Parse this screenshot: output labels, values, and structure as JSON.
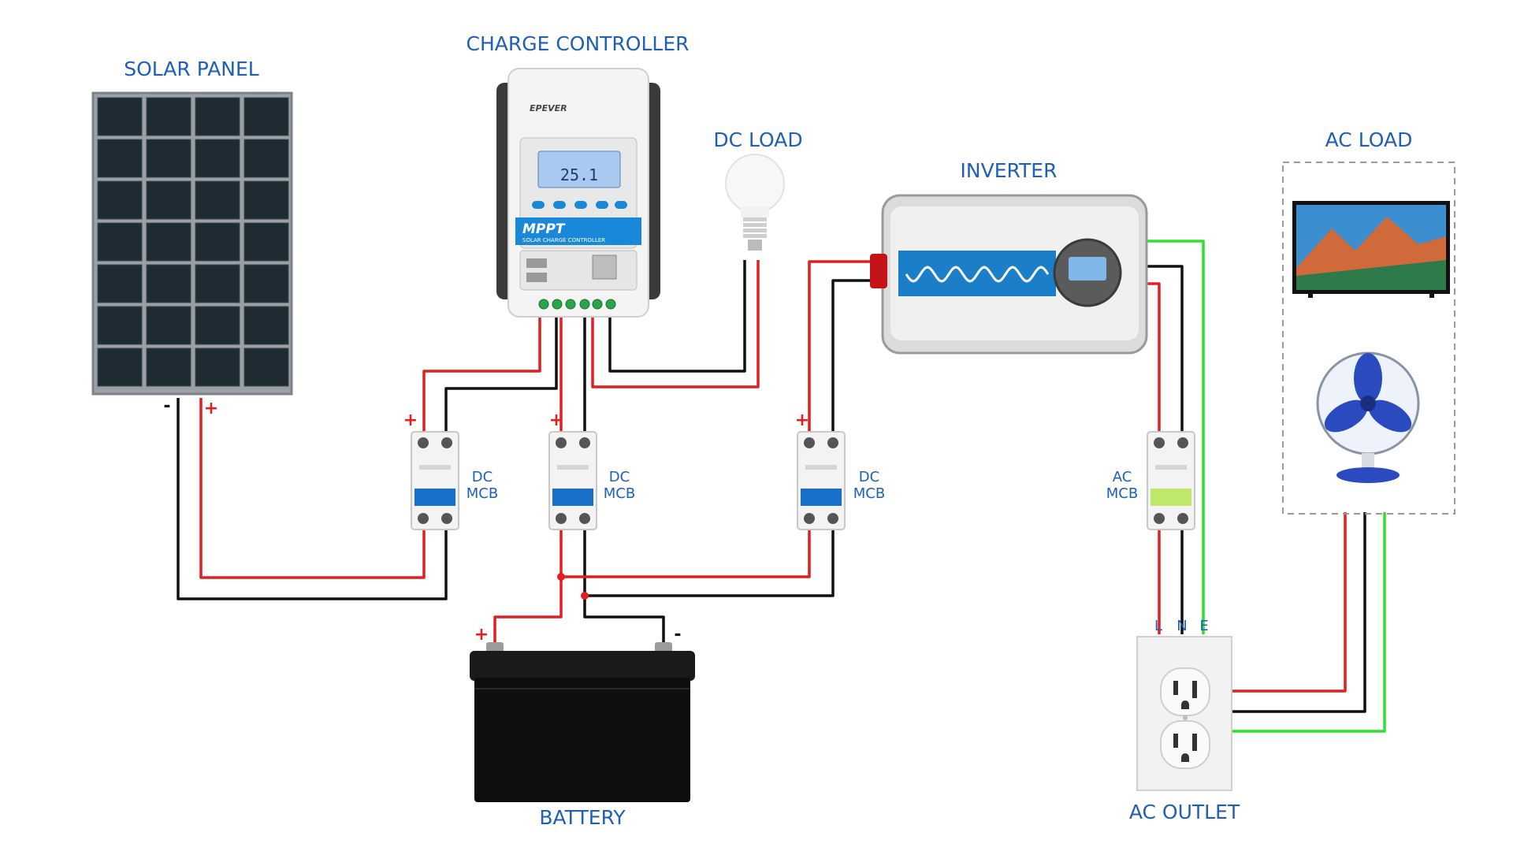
{
  "labels": {
    "solar_panel": "SOLAR PANEL",
    "charge_controller": "CHARGE CONTROLLER",
    "dc_load": "DC LOAD",
    "inverter": "INVERTER",
    "ac_load": "AC LOAD",
    "battery": "BATTERY",
    "ac_outlet": "AC OUTLET"
  },
  "breakers": {
    "dc_line1": "DC",
    "dc_line2": "MCB",
    "ac_line1": "AC",
    "ac_line2": "MCB"
  },
  "polarity": {
    "plus": "+",
    "minus": "-"
  },
  "outlet_terminals": {
    "L": "L",
    "N": "N",
    "E": "E"
  },
  "controller": {
    "brand": "EPEVER",
    "title": "MPPT",
    "subtitle": "SOLAR CHARGE CONTROLLER",
    "display": "25.1"
  },
  "colors": {
    "positive_wire": "#e02020",
    "negative_wire": "#111111",
    "earth_wire": "#2fe02f",
    "label_text": "#1f5fb4",
    "accent_blue": "#1a88d8"
  }
}
